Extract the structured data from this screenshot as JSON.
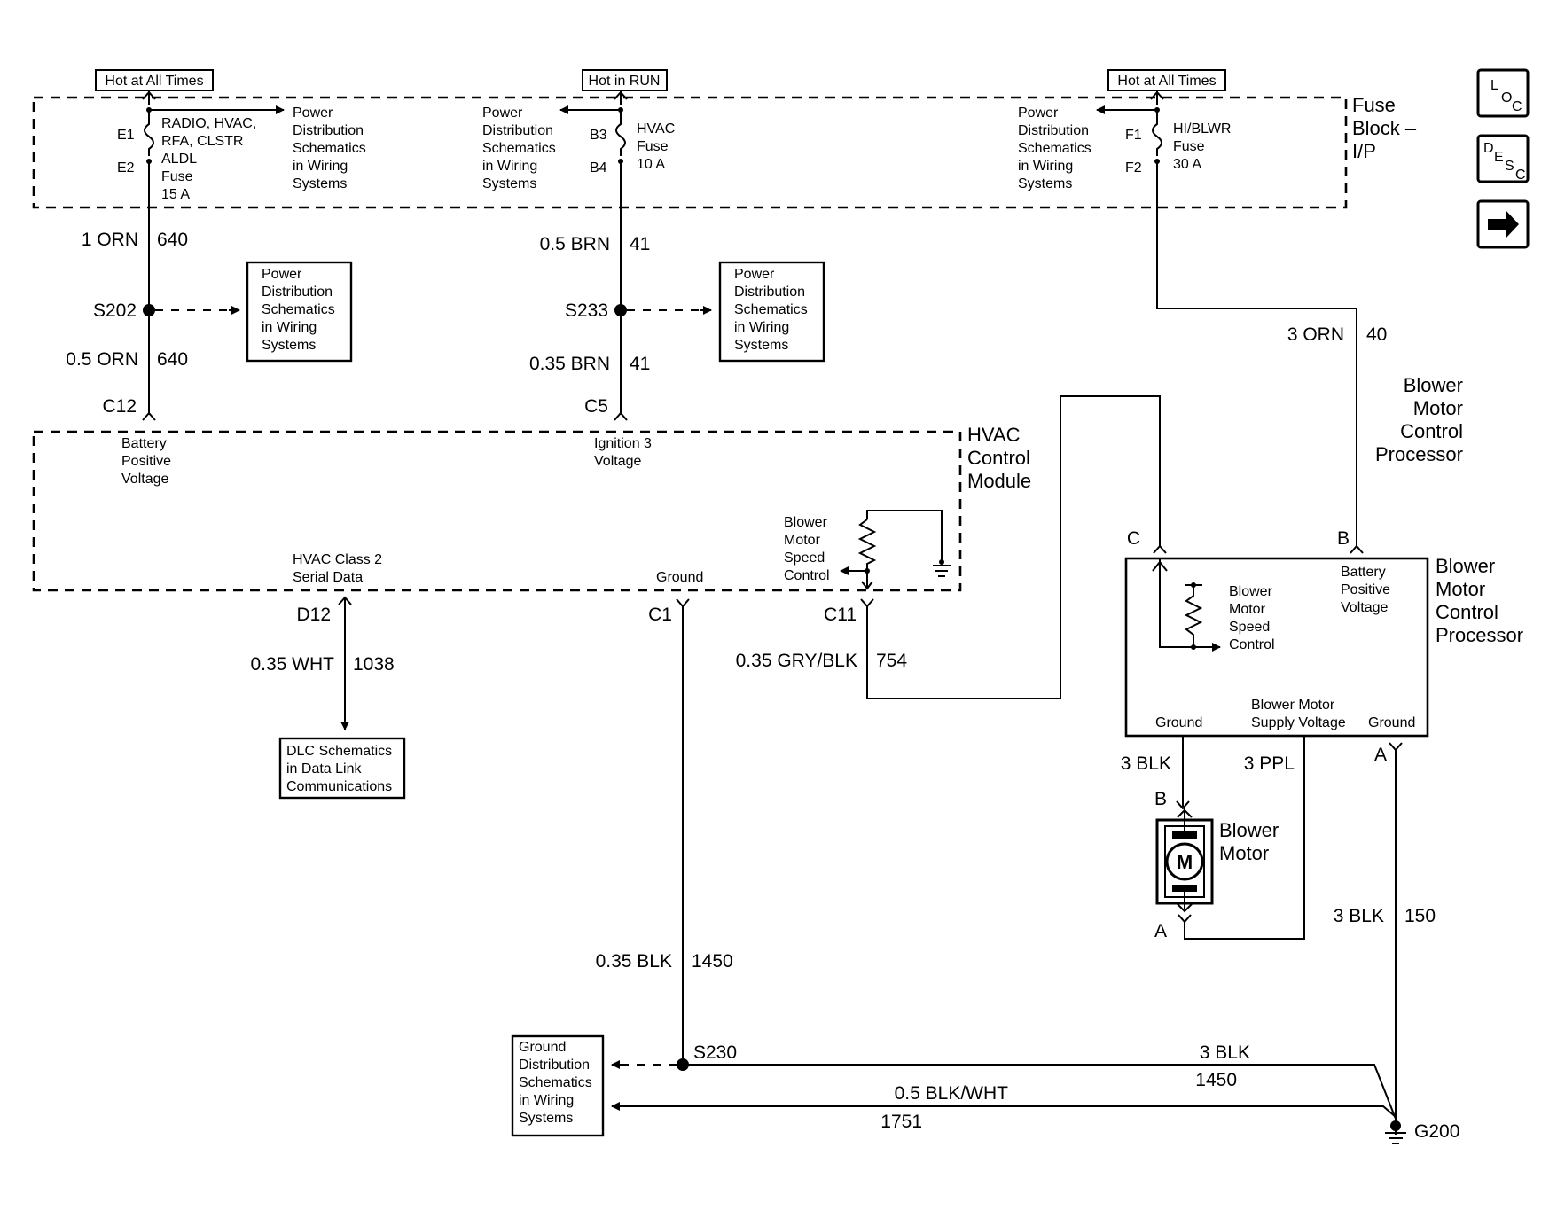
{
  "modules": {
    "fuse_block": [
      "Fuse",
      "Block –",
      "I/P"
    ],
    "hvac_module": [
      "HVAC",
      "Control",
      "Module"
    ],
    "bmcp_side": [
      "Blower",
      "Motor",
      "Control",
      "Processor"
    ],
    "bmcp_top": [
      "Blower",
      "Motor",
      "Control",
      "Processor"
    ]
  },
  "hot_labels": {
    "h1": "Hot at All Times",
    "h2": "Hot in RUN",
    "h3": "Hot at All Times"
  },
  "fuses": {
    "f1": {
      "top": "E1",
      "bottom": "E2",
      "lines": [
        "RADIO, HVAC,",
        "RFA, CLSTR",
        "ALDL",
        "Fuse",
        "15 A"
      ]
    },
    "f2": {
      "top": "B3",
      "bottom": "B4",
      "lines": [
        "HVAC",
        "Fuse",
        "10 A"
      ]
    },
    "f3": {
      "top": "F1",
      "bottom": "F2",
      "lines": [
        "HI/BLWR",
        "Fuse",
        "30 A"
      ]
    }
  },
  "ref_pds": [
    "Power",
    "Distribution",
    "Schematics",
    "in Wiring",
    "Systems"
  ],
  "ref_dlc": [
    "DLC Schematics",
    "in Data Link",
    "Communications"
  ],
  "ref_ground": [
    "Ground",
    "Distribution",
    "Schematics",
    "in Wiring",
    "Systems"
  ],
  "wires": {
    "w1": {
      "gauge": "1 ORN",
      "circuit": "640"
    },
    "w2": {
      "gauge": "0.5 ORN",
      "circuit": "640"
    },
    "w3": {
      "gauge": "0.5 BRN",
      "circuit": "41"
    },
    "w4": {
      "gauge": "0.35 BRN",
      "circuit": "41"
    },
    "w5": {
      "gauge": "3 ORN",
      "circuit": "40"
    },
    "w6": {
      "gauge": "0.35 WHT",
      "circuit": "1038"
    },
    "w7": {
      "gauge": "0.35 GRY/BLK",
      "circuit": "754"
    },
    "w8": {
      "gauge": "0.35 BLK",
      "circuit": "1450"
    },
    "w9": {
      "gauge": "3 BLK",
      "circuit": "150"
    },
    "w10": {
      "gauge": "3 BLK",
      "circuit": "1450"
    },
    "w11": {
      "gauge": "0.5 BLK/WHT",
      "circuit": "1751"
    },
    "w12": {
      "gauge": "3 BLK"
    },
    "w13": {
      "gauge": "3 PPL"
    }
  },
  "splices": {
    "s202": "S202",
    "s233": "S233",
    "s230": "S230",
    "g200": "G200"
  },
  "connectors": {
    "c12": "C12",
    "c5": "C5",
    "d12": "D12",
    "c1": "C1",
    "c11": "C11",
    "bm_c": "C",
    "bm_b": "B",
    "bm_a": "A",
    "mot_b": "B",
    "mot_a": "A"
  },
  "pins": {
    "bat_pos": [
      "Battery",
      "Positive",
      "Voltage"
    ],
    "ign3": [
      "Ignition 3",
      "Voltage"
    ],
    "class2": [
      "HVAC Class 2",
      "Serial Data"
    ],
    "hvac_ground": "Ground",
    "bmsc": [
      "Blower",
      "Motor",
      "Speed",
      "Control"
    ],
    "bmcp_bat": [
      "Battery",
      "Positive",
      "Voltage"
    ],
    "bmcp_bmsc": [
      "Blower",
      "Motor",
      "Speed",
      "Control"
    ],
    "bmcp_ground1": "Ground",
    "bmcp_supply": [
      "Blower Motor",
      "Supply Voltage"
    ],
    "bmcp_ground2": "Ground"
  },
  "motor": {
    "symbol": "M",
    "label": [
      "Blower",
      "Motor"
    ]
  },
  "nav": {
    "loc": {
      "l1": "L",
      "l2": "O",
      "l3": "C"
    },
    "desc": {
      "l1": "D",
      "l2": "E",
      "l3": "S",
      "l4": "C"
    },
    "next_icon": "arrow-right-icon"
  }
}
